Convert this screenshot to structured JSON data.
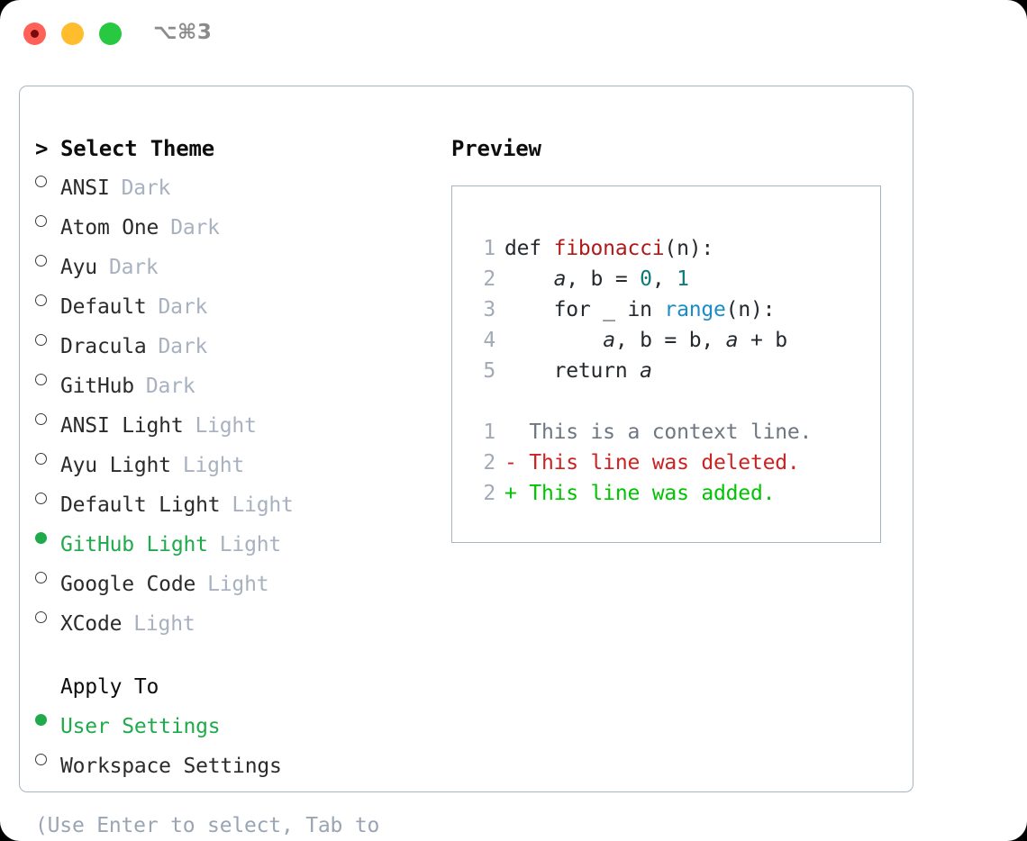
{
  "titlebar": {
    "shortcut": "⌥⌘3",
    "buttons": [
      {
        "name": "close",
        "color": "#ff6159"
      },
      {
        "name": "minimize",
        "color": "#ffbd2e"
      },
      {
        "name": "zoom",
        "color": "#28c840"
      }
    ]
  },
  "theme_panel": {
    "heading_caret": ">",
    "heading": "Select Theme",
    "themes": [
      {
        "label": "ANSI",
        "tag": "Dark",
        "selected": false
      },
      {
        "label": "Atom One",
        "tag": "Dark",
        "selected": false
      },
      {
        "label": "Ayu",
        "tag": "Dark",
        "selected": false
      },
      {
        "label": "Default",
        "tag": "Dark",
        "selected": false
      },
      {
        "label": "Dracula",
        "tag": "Dark",
        "selected": false
      },
      {
        "label": "GitHub",
        "tag": "Dark",
        "selected": false
      },
      {
        "label": "ANSI Light",
        "tag": "Light",
        "selected": false
      },
      {
        "label": "Ayu Light",
        "tag": "Light",
        "selected": false
      },
      {
        "label": "Default Light",
        "tag": "Light",
        "selected": false
      },
      {
        "label": "GitHub Light",
        "tag": "Light",
        "selected": true
      },
      {
        "label": "Google Code",
        "tag": "Light",
        "selected": false
      },
      {
        "label": "XCode",
        "tag": "Light",
        "selected": false
      }
    ],
    "apply_to_heading": "Apply To",
    "apply_to": [
      {
        "label": "User Settings",
        "selected": true
      },
      {
        "label": "Workspace Settings",
        "selected": false
      }
    ],
    "hint": "(Use Enter to select, Tab to change focus)"
  },
  "preview": {
    "title": "Preview",
    "code_lines": [
      {
        "num": "1",
        "tokens": [
          {
            "text": "def ",
            "style": "plain"
          },
          {
            "text": "fibonacci",
            "style": "fn"
          },
          {
            "text": "(n):",
            "style": "plain"
          }
        ]
      },
      {
        "num": "2",
        "tokens": [
          {
            "text": "    ",
            "style": "plain"
          },
          {
            "text": "a",
            "style": "var"
          },
          {
            "text": ", ",
            "style": "plain"
          },
          {
            "text": "b",
            "style": "plain"
          },
          {
            "text": " = ",
            "style": "plain"
          },
          {
            "text": "0",
            "style": "num"
          },
          {
            "text": ", ",
            "style": "plain"
          },
          {
            "text": "1",
            "style": "num"
          }
        ]
      },
      {
        "num": "3",
        "tokens": [
          {
            "text": "    for _ in ",
            "style": "plain"
          },
          {
            "text": "range",
            "style": "call"
          },
          {
            "text": "(n):",
            "style": "plain"
          }
        ]
      },
      {
        "num": "4",
        "tokens": [
          {
            "text": "        ",
            "style": "plain"
          },
          {
            "text": "a",
            "style": "var"
          },
          {
            "text": ", b = b, ",
            "style": "plain"
          },
          {
            "text": "a",
            "style": "var"
          },
          {
            "text": " + b",
            "style": "plain"
          }
        ]
      },
      {
        "num": "5",
        "tokens": [
          {
            "text": "    return ",
            "style": "plain"
          },
          {
            "text": "a",
            "style": "var"
          }
        ]
      }
    ],
    "diff_lines": [
      {
        "num": "1",
        "marker": " ",
        "text": " This is a context line.",
        "kind": "ctx"
      },
      {
        "num": "2",
        "marker": "-",
        "text": " This line was deleted.",
        "kind": "del"
      },
      {
        "num": "2",
        "marker": "+",
        "text": " This line was added.",
        "kind": "add"
      }
    ]
  },
  "colors": {
    "accent_green": "#1faa4b",
    "diff_add": "#00c400",
    "diff_del": "#cc2222",
    "muted": "#a7b1c0",
    "border": "#a9b4c3",
    "syntax_function": "#b01919",
    "syntax_number": "#0b7a78",
    "syntax_call": "#1a8cc8"
  }
}
